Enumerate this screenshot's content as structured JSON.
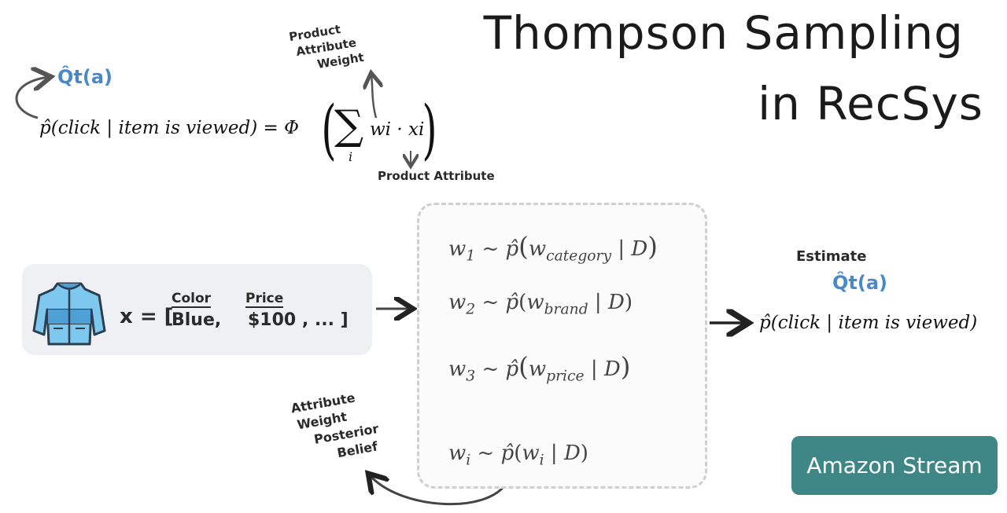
{
  "title": {
    "line1": "Thompson Sampling",
    "line2": "in RecSys"
  },
  "formula": {
    "q_label": "Q̂t(a)",
    "lhs": "p̂(click | item is viewed) = Φ",
    "sum_term": "wi · xi",
    "sum_index": "i",
    "weight_note": [
      "Product",
      "Attribute",
      "Weight"
    ],
    "attr_note": "Product Attribute"
  },
  "item": {
    "x_prefix": "x = [",
    "color_label": "Color",
    "color_value": "Blue,",
    "price_label": "Price",
    "price_value": "$100 , ... ]"
  },
  "weights": [
    {
      "var": "w",
      "idx": "1",
      "attr": "category"
    },
    {
      "var": "w",
      "idx": "2",
      "attr": "brand"
    },
    {
      "var": "w",
      "idx": "3",
      "attr": "price"
    },
    {
      "var": "w",
      "idx": "i",
      "attr": "i"
    }
  ],
  "posterior_note": [
    "Attribute",
    "Weight",
    "Posterior",
    "Belief"
  ],
  "estimate": {
    "label": "Estimate",
    "q_label": "Q̂t(a)",
    "formula": "p̂(click | item is viewed)"
  },
  "button": {
    "label": "Amazon Stream"
  }
}
